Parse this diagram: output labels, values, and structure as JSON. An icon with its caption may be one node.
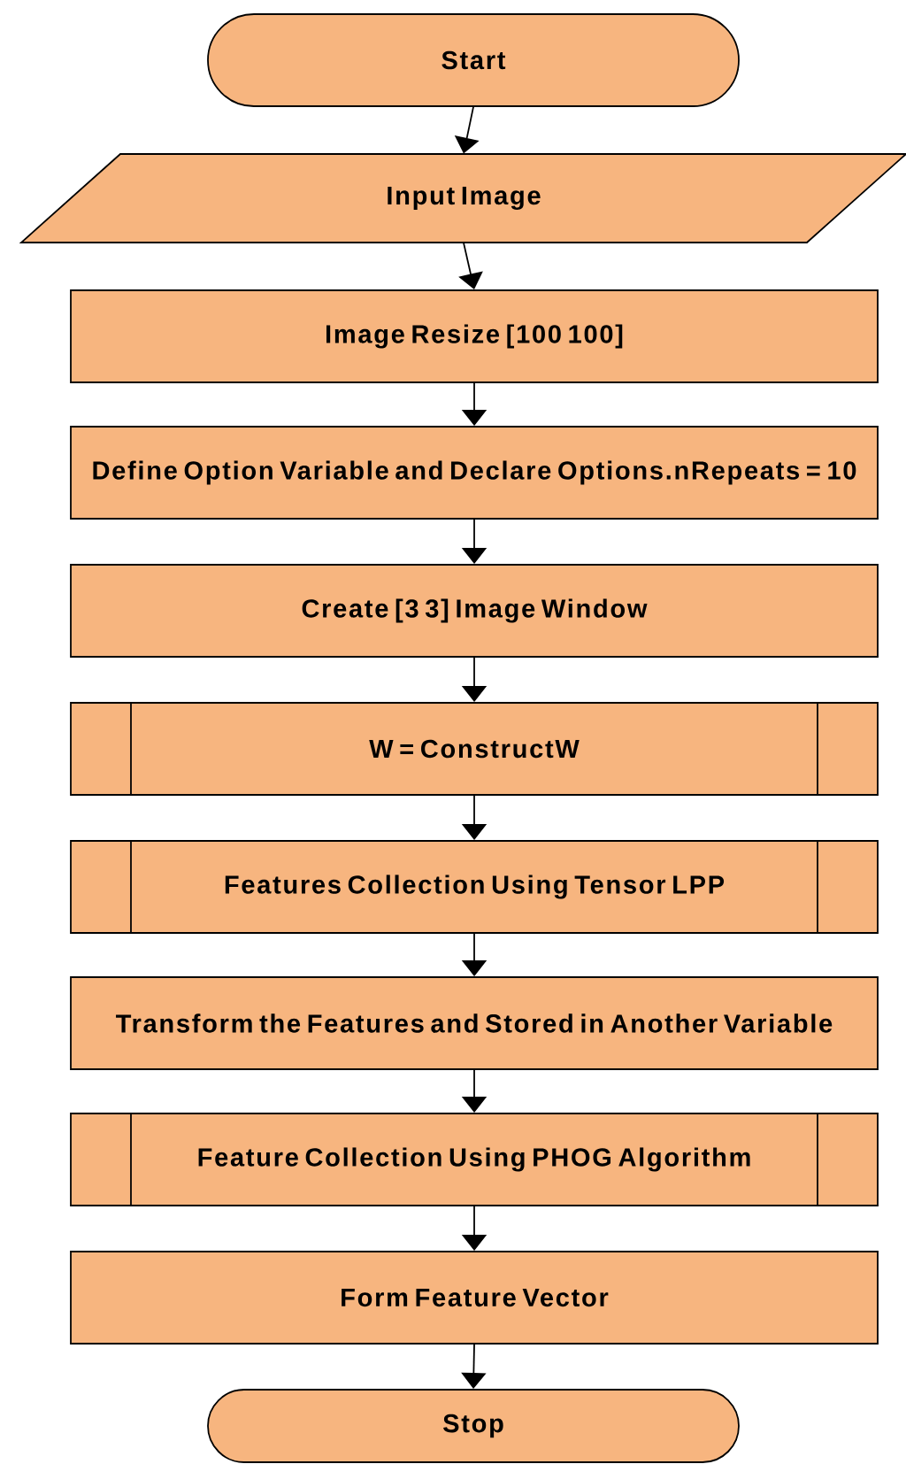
{
  "diagram": {
    "nodes": [
      {
        "text": [
          "Start"
        ]
      },
      {
        "text": [
          "Input Image"
        ]
      },
      {
        "text": [
          "Image Resize [100 100]"
        ]
      },
      {
        "text": [
          "Define Option Variable and Declare Options.nRepeats = 10"
        ]
      },
      {
        "text": [
          "Create [3 3] Image Window"
        ]
      },
      {
        "text": [
          "W = ConstructW"
        ]
      },
      {
        "text": [
          "Features Collection Using Tensor LPP"
        ]
      },
      {
        "text": [
          "Transform the Features and Stored in Another Variable"
        ]
      },
      {
        "text": [
          "Feature Collection Using PHOG Algorithm"
        ]
      },
      {
        "text": [
          "Form Feature Vector"
        ]
      },
      {
        "text": [
          "Stop"
        ]
      }
    ],
    "edges": [
      {
        "from": 0,
        "to": 1,
        "arrow": "to"
      },
      {
        "from": 1,
        "to": 2,
        "arrow": "to"
      },
      {
        "from": 2,
        "to": 3,
        "arrow": "to"
      },
      {
        "from": 3,
        "to": 4,
        "arrow": "to"
      },
      {
        "from": 4,
        "to": 5,
        "arrow": "to"
      },
      {
        "from": 5,
        "to": 6,
        "arrow": "to"
      },
      {
        "from": 6,
        "to": 7,
        "arrow": "to"
      },
      {
        "from": 7,
        "to": 8,
        "arrow": "to"
      },
      {
        "from": 8,
        "to": 9,
        "arrow": "to"
      },
      {
        "from": 9,
        "to": 10,
        "arrow": "to"
      }
    ]
  }
}
